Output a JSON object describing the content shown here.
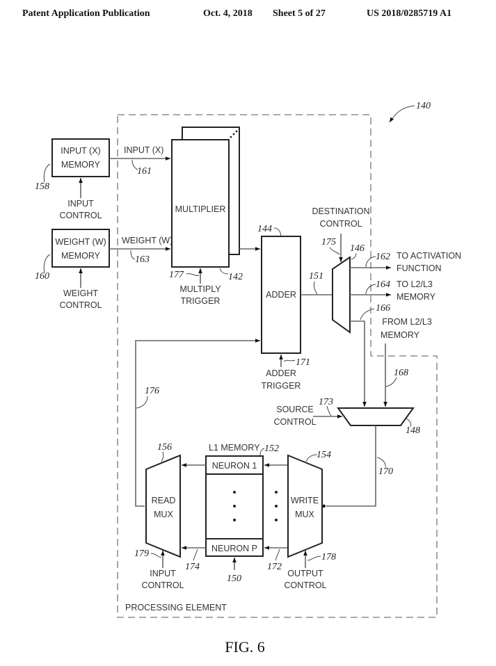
{
  "header": {
    "publication": "Patent Application Publication",
    "date": "Oct. 4, 2018",
    "sheet": "Sheet 5 of 27",
    "number": "US 2018/0285719 A1"
  },
  "figure": {
    "caption": "FIG. 6",
    "ref_main": "140",
    "processing_element_label": "PROCESSING ELEMENT"
  },
  "blocks": {
    "input_memory": {
      "line1": "INPUT (X)",
      "line2": "MEMORY",
      "ref": "158"
    },
    "weight_memory": {
      "line1": "WEIGHT (W)",
      "line2": "MEMORY",
      "ref": "160"
    },
    "multiplier": {
      "label": "MULTIPLIER",
      "ref": "142"
    },
    "adder": {
      "label": "ADDER",
      "ref": "144"
    },
    "destination_mux": {
      "ref": "146"
    },
    "source_mux": {
      "ref": "148"
    },
    "l1_memory": {
      "label": "L1 MEMORY",
      "ref": "152",
      "row_first": "NEURON 1",
      "row_last": "NEURON P",
      "ref_bottom": "150"
    },
    "read_mux": {
      "line1": "READ",
      "line2": "MUX",
      "ref": "156"
    },
    "write_mux": {
      "line1": "WRITE",
      "line2": "MUX",
      "ref": "154"
    }
  },
  "signals": {
    "input_x": {
      "label": "INPUT (X)",
      "ref": "161"
    },
    "weight_w": {
      "label": "WEIGHT (W)",
      "ref": "163"
    },
    "input_control_top": {
      "line1": "INPUT",
      "line2": "CONTROL"
    },
    "weight_control": {
      "line1": "WEIGHT",
      "line2": "CONTROL"
    },
    "multiply_trigger": {
      "line1": "MULTIPLY",
      "line2": "TRIGGER",
      "ref": "177"
    },
    "adder_trigger": {
      "line1": "ADDER",
      "line2": "TRIGGER",
      "ref": "171"
    },
    "destination_control": {
      "line1": "DESTINATION",
      "line2": "CONTROL",
      "ref": "175"
    },
    "adder_out": {
      "ref": "151"
    },
    "to_activation": {
      "line1": "TO ACTIVATION",
      "line2": "FUNCTION",
      "ref": "162"
    },
    "to_l2l3": {
      "line1": "TO L2/L3",
      "line2": "MEMORY",
      "ref": "164"
    },
    "from_l2l3": {
      "line1": "FROM L2/L3",
      "line2": "MEMORY",
      "ref": "166"
    },
    "l2l3_in": {
      "ref": "168"
    },
    "source_control": {
      "line1": "SOURCE",
      "line2": "CONTROL",
      "ref": "173"
    },
    "source_out": {
      "ref": "170"
    },
    "feedback": {
      "ref": "176"
    },
    "read_bus": {
      "ref": "174"
    },
    "write_bus": {
      "ref": "172"
    },
    "input_control_bottom": {
      "line1": "INPUT",
      "line2": "CONTROL",
      "ref": "179"
    },
    "output_control": {
      "line1": "OUTPUT",
      "line2": "CONTROL",
      "ref": "178"
    }
  }
}
